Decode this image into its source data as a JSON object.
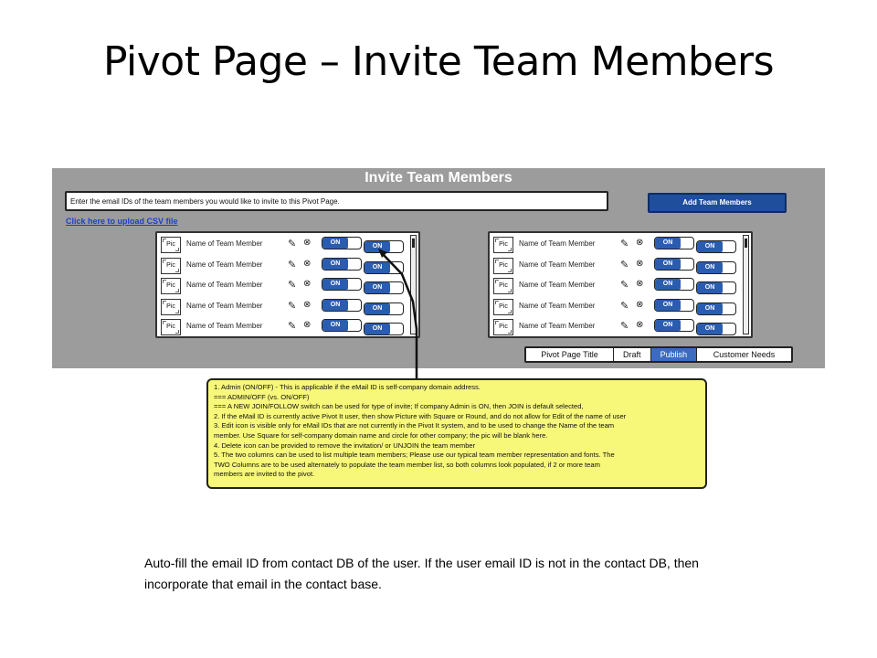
{
  "slide": {
    "title": "Pivot Page – Invite Team Members",
    "footer": "Auto-fill the email ID from contact DB of the user. If the user email ID is not in the contact DB, then incorporate that email in the contact base."
  },
  "mockup": {
    "title": "Invite Team Members",
    "email_input_value": "Enter the email IDs of the team members you would like to invite to this Pivot Page.",
    "add_button": "Add Team Members",
    "csv_link": "Click here to upload CSV file",
    "member_pic_label": "Pic",
    "member_name": "Name of Team Member",
    "switch_label": "ON",
    "edit_icon": "pencil-icon",
    "delete_icon": "circle-x-icon",
    "rows_per_panel": 5,
    "tabs": [
      {
        "label": "Pivot Page Title",
        "active": false
      },
      {
        "label": "Draft",
        "active": false
      },
      {
        "label": "Publish",
        "active": true
      },
      {
        "label": "Customer Needs",
        "active": false
      }
    ]
  },
  "note": {
    "lines": [
      "1. Admin (ON/OFF) - This is applicable if the eMail ID is self-company domain address.",
      "=== ADMIN/OFF (vs. ON/OFF)",
      "=== A NEW JOIN/FOLLOW switch can be used for type of invite; If company Admin is ON, then JOIN is default selected,",
      "2. If the eMail ID is currently active Pivot It user, then show Picture with Square or Round, and do not allow for Edit of the name of user",
      "3. Edit icon is visible only for eMail IDs that are not currently in the Pivot It system, and to be used to change the Name of the team",
      "member. Use Square for self-company domain name and circle for other company; the pic will be blank here.",
      "4. Delete icon can be provided to remove the invitation/ or UNJOIN the team member",
      "5.  The two columns can be used to list multiple team members; Please use our typical team member representation and fonts. The",
      "TWO Columns are to be used alternately to populate the team member list, so both columns look populated, if 2 or more team",
      "members are invited to the pivot."
    ]
  },
  "colors": {
    "mockup_bg": "#9c9c9c",
    "button_blue": "#1e4e9c",
    "switch_blue": "#2a5db0",
    "note_yellow": "#f7f77a",
    "link_blue": "#1a3fd1"
  }
}
